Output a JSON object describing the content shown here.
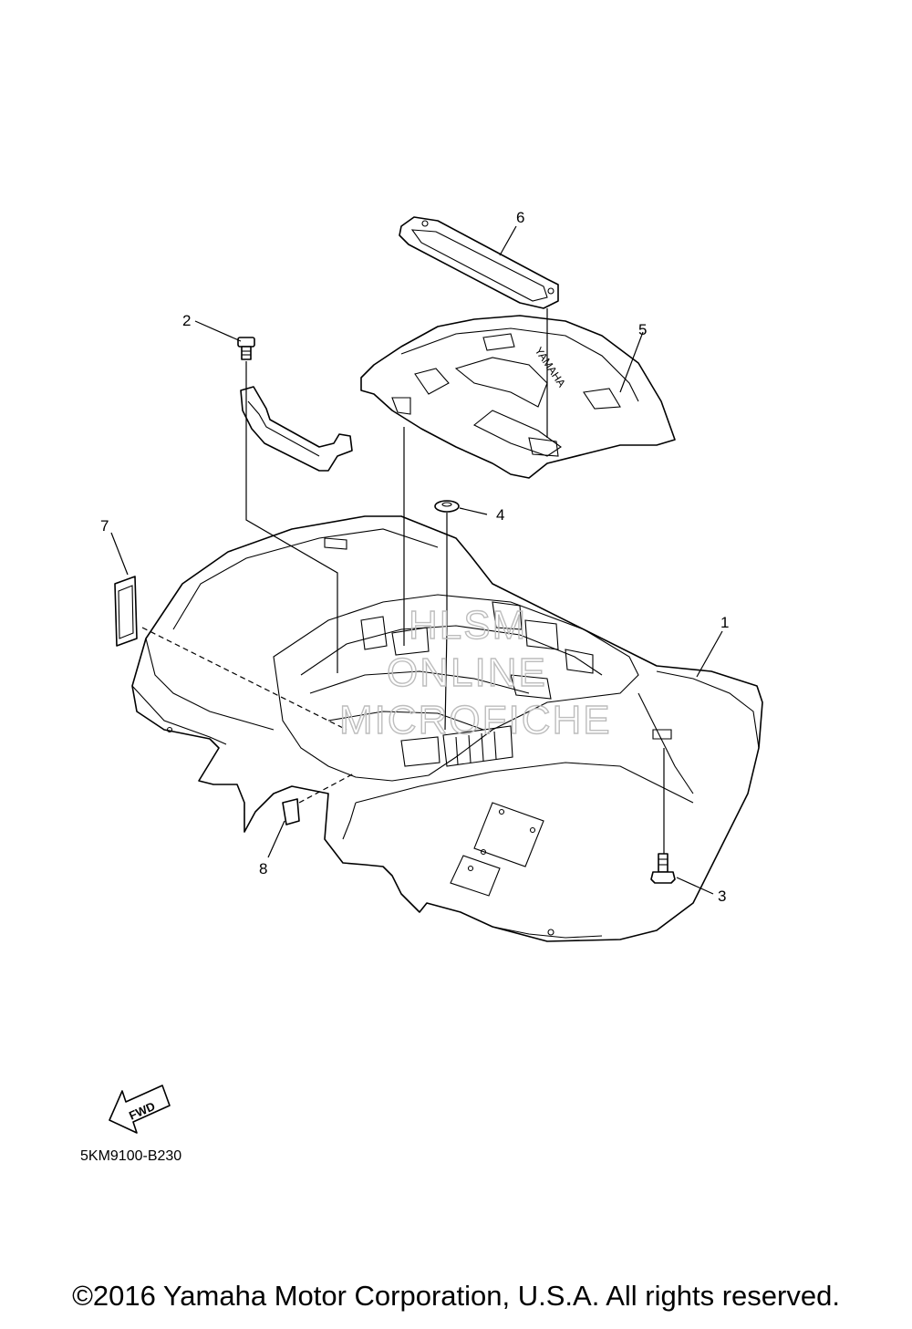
{
  "callouts": [
    {
      "id": "1",
      "label": "1"
    },
    {
      "id": "2",
      "label": "2"
    },
    {
      "id": "3",
      "label": "3"
    },
    {
      "id": "4",
      "label": "4"
    },
    {
      "id": "5",
      "label": "5"
    },
    {
      "id": "6",
      "label": "6"
    },
    {
      "id": "7",
      "label": "7"
    },
    {
      "id": "8",
      "label": "8"
    }
  ],
  "embossed_text": "YAMAHA",
  "fwd_arrow_label": "FWD",
  "drawing_code": "5KM9100-B230",
  "watermark": [
    "HLSM",
    "ONLINE",
    "MICROFICHE"
  ],
  "copyright": "©2016 Yamaha Motor Corporation, U.S.A. All rights reserved."
}
